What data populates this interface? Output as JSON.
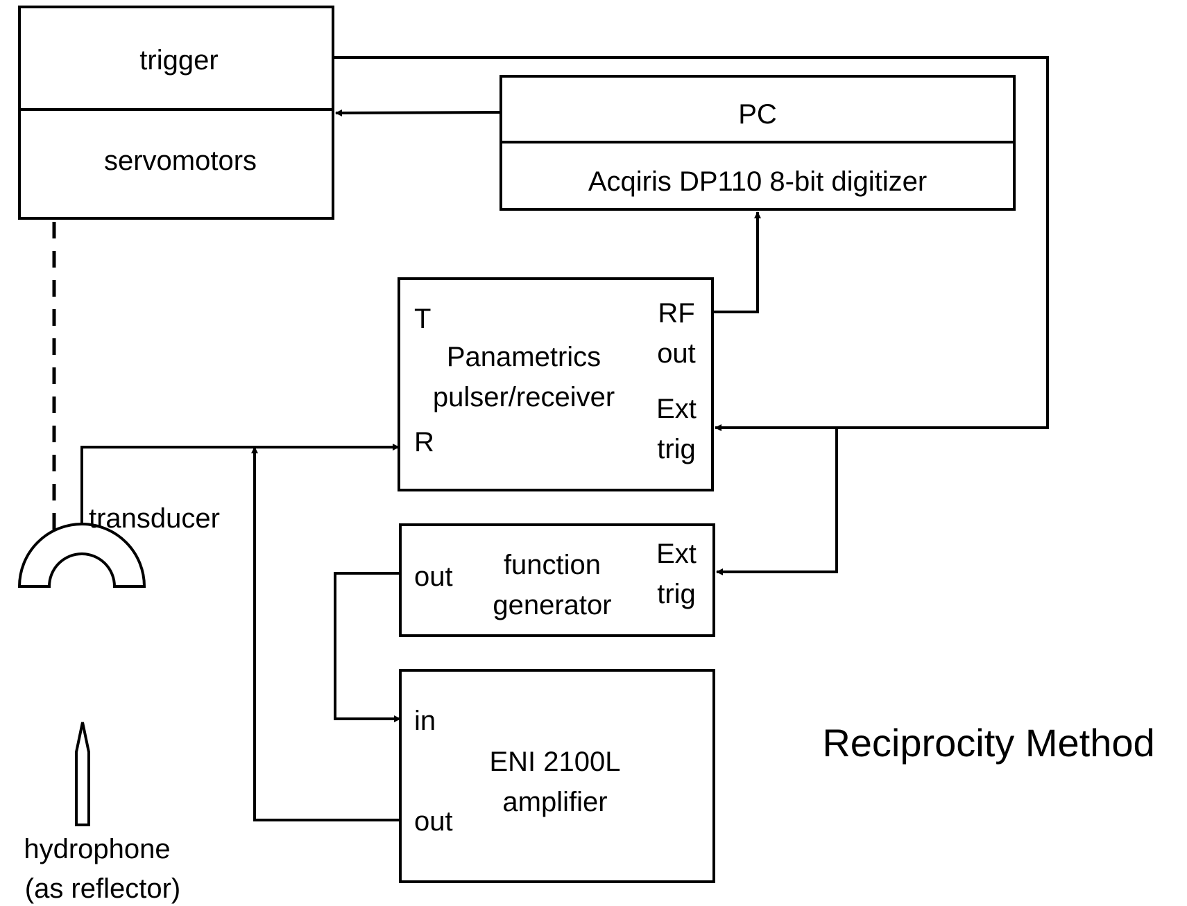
{
  "blocks": {
    "trigger": "trigger",
    "servomotors": "servomotors",
    "pc": "PC",
    "digitizer": "Acqiris DP110 8-bit digitizer",
    "pulser": {
      "t_port": "T",
      "r_port": "R",
      "title_line1": "Panametrics",
      "title_line2": "pulser/receiver",
      "rf_line1": "RF",
      "rf_line2": "out",
      "ext_line1": "Ext",
      "ext_line2": "trig"
    },
    "function_generator": {
      "out_port": "out",
      "title_line1": "function",
      "title_line2": "generator",
      "ext_line1": "Ext",
      "ext_line2": "trig"
    },
    "amplifier": {
      "in_port": "in",
      "out_port": "out",
      "title_line1": "ENI 2100L",
      "title_line2": "amplifier"
    }
  },
  "transducer_label": "transducer",
  "hydrophone": {
    "line1": "hydrophone",
    "line2": "(as reflector)"
  },
  "method_title": "Reciprocity Method",
  "colors": {
    "stroke": "#000000",
    "background": "#ffffff"
  }
}
